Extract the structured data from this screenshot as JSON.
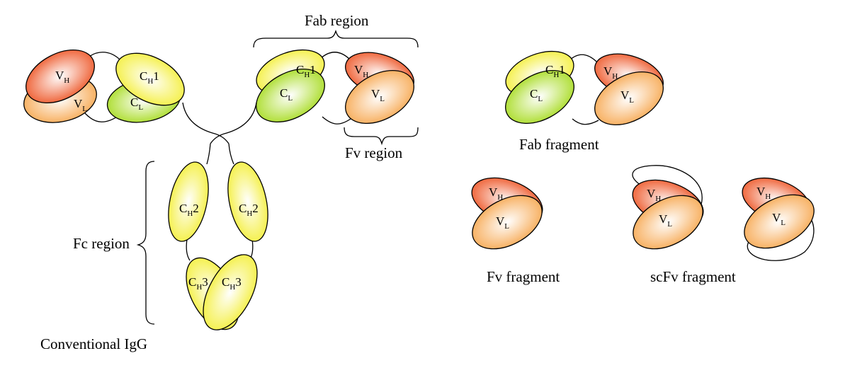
{
  "labels": {
    "fab_region": "Fab region",
    "fv_region": "Fv region",
    "fc_region": "Fc region",
    "conventional_igg": "Conventional IgG",
    "fab_fragment": "Fab fragment",
    "fv_fragment": "Fv fragment",
    "scfv_fragment": "scFv fragment"
  },
  "domains": {
    "vh": {
      "main": "V",
      "sub": "H"
    },
    "vl": {
      "main": "V",
      "sub": "L"
    },
    "cl": {
      "main": "C",
      "sub": "L"
    },
    "ch1": {
      "main": "C",
      "sub": "H",
      "suffix": "1"
    },
    "ch2": {
      "main": "C",
      "sub": "H",
      "suffix": "2"
    },
    "ch3": {
      "main": "C",
      "sub": "H",
      "suffix": "3"
    }
  },
  "colors": {
    "heavy_variable": "#f06a3c",
    "light_variable": "#f8b86a",
    "heavy_constant": "#f4f25a",
    "light_constant": "#b9e33c",
    "outline": "#000000"
  }
}
